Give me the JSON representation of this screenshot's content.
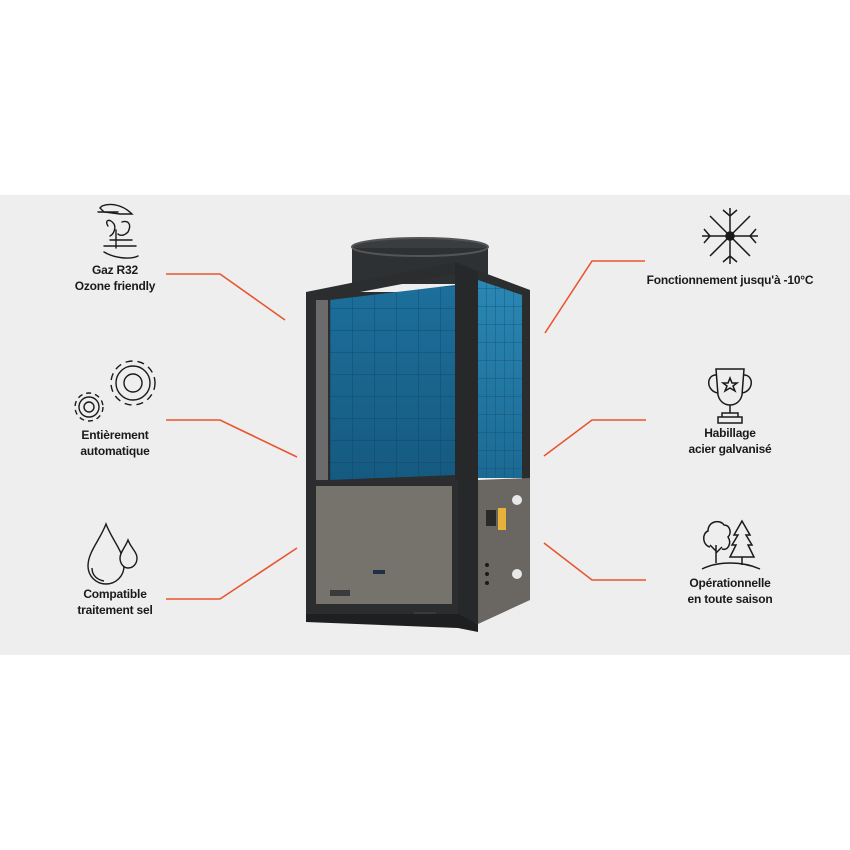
{
  "accent_color": "#e8552f",
  "background_band_color": "#eeeeee",
  "features": {
    "left": [
      {
        "icon": "leaf-hands-icon",
        "line1": "Gaz R32",
        "line2": "Ozone friendly"
      },
      {
        "icon": "gears-icon",
        "line1": "Entièrement",
        "line2": "automatique"
      },
      {
        "icon": "water-drops-icon",
        "line1": "Compatible",
        "line2": "traitement sel"
      }
    ],
    "right": [
      {
        "icon": "snowflake-icon",
        "line1": "Fonctionnement jusqu'à -10°C",
        "line2": ""
      },
      {
        "icon": "trophy-icon",
        "line1": "Habillage",
        "line2": "acier galvanisé"
      },
      {
        "icon": "trees-icon",
        "line1": "Opérationnelle",
        "line2": "en toute saison"
      }
    ]
  },
  "product": {
    "name": "heat-pump-unit"
  }
}
